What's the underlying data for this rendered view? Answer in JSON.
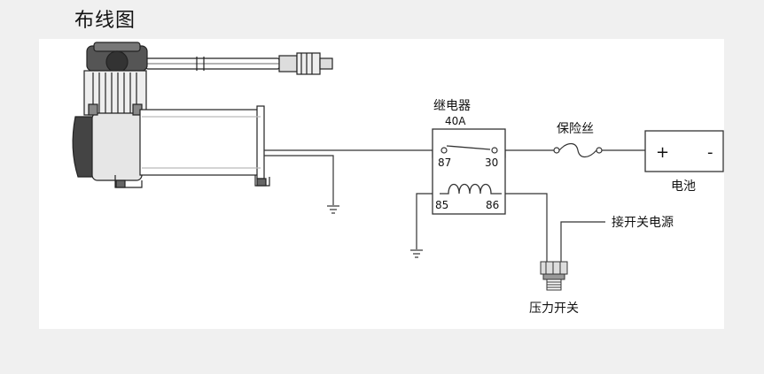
{
  "title": "布线图",
  "relay": {
    "label": "继电器",
    "rating": "40A",
    "pin87": "87",
    "pin30": "30",
    "pin85": "85",
    "pin86": "86"
  },
  "fuse": {
    "label": "保险丝"
  },
  "battery": {
    "label": "电池",
    "plus": "+",
    "minus": "-"
  },
  "switch_power": {
    "label": "接开关电源"
  },
  "pressure_switch": {
    "label": "压力开关"
  }
}
